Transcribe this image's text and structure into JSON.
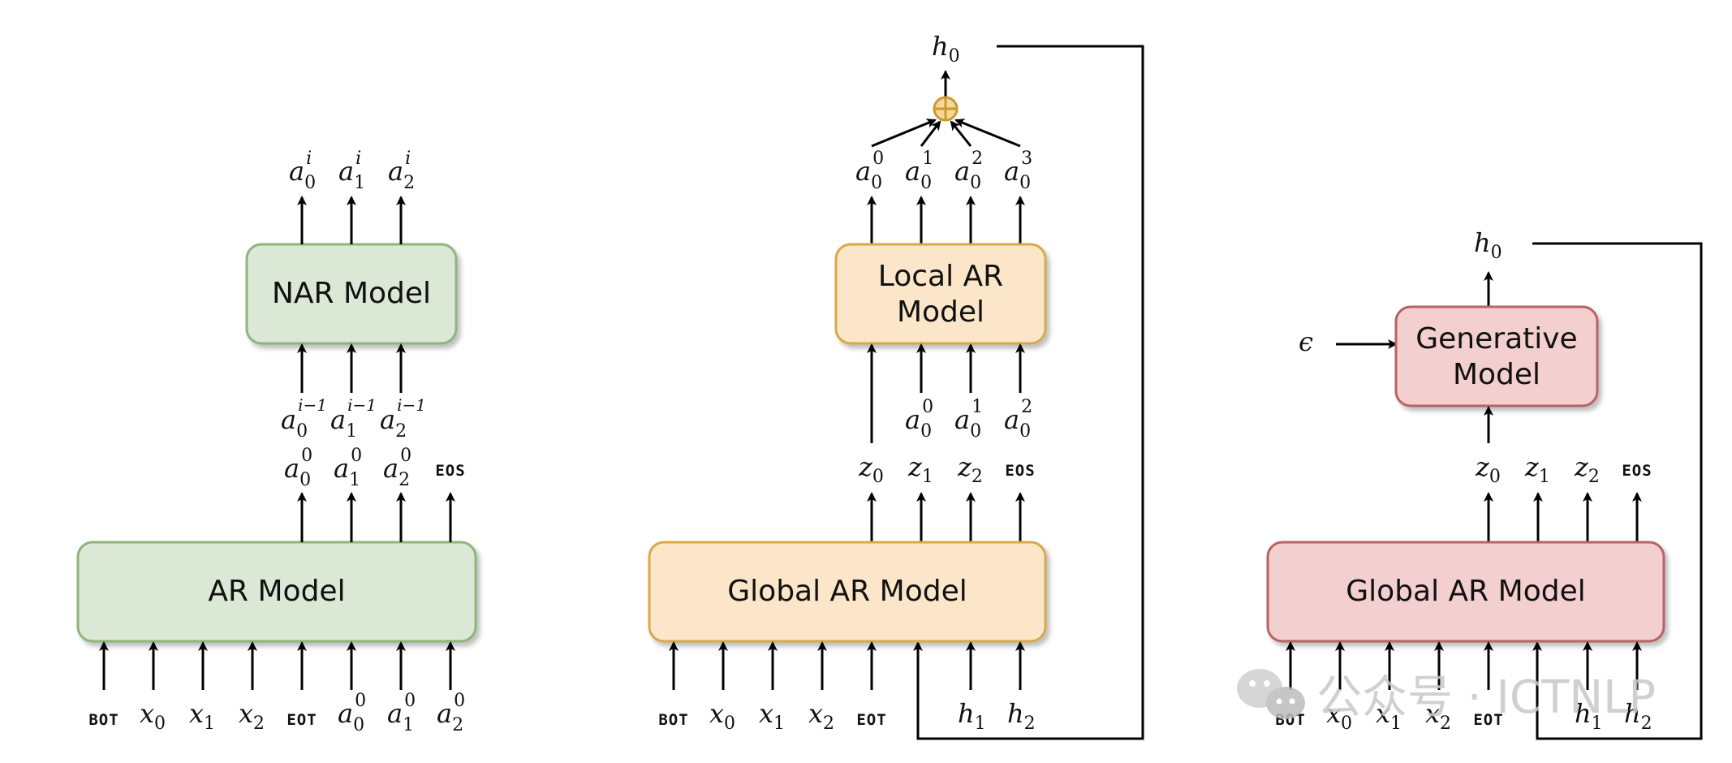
{
  "colors": {
    "green_fill": "#dae8d5",
    "green_stroke": "#8fb67a",
    "orange_fill": "#fce6c9",
    "orange_stroke": "#d9a94a",
    "red_fill": "#f4cfcf",
    "red_stroke": "#b96262",
    "sum_fill": "#f6d69a",
    "sum_stroke": "#c99a2e"
  },
  "watermark": {
    "text": "公众号 · ICTNLP"
  },
  "panel1": {
    "nar_model": "NAR Model",
    "ar_model": "AR Model",
    "outputs": [
      "a",
      "a",
      "a"
    ],
    "inputs": [
      "BOT",
      "x",
      "x",
      "x",
      "EOT",
      "a",
      "a",
      "a"
    ]
  },
  "panel2": {
    "local_ar_model": [
      "Local AR",
      "Model"
    ],
    "global_ar_model": "Global AR Model",
    "h0": "h",
    "inputs": [
      "BOT",
      "x",
      "x",
      "x",
      "EOT",
      "h",
      "h"
    ]
  },
  "panel3": {
    "generative_model": [
      "Generative",
      "Model"
    ],
    "global_ar_model": "Global AR Model",
    "h0": "h",
    "epsilon": "ϵ",
    "inputs": [
      "BOT",
      "x",
      "x",
      "x",
      "EOT",
      "h",
      "h"
    ]
  },
  "tokens": {
    "eos": "EOS",
    "bot": "BOT",
    "eot": "EOT"
  }
}
